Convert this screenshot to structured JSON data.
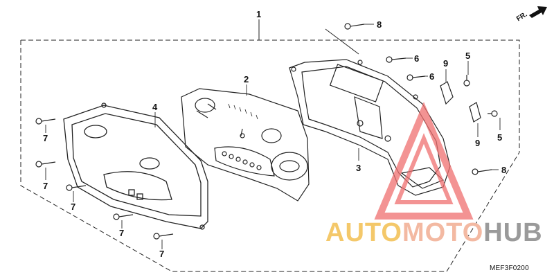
{
  "diagram": {
    "direction_label": "FR.",
    "drawing_code": "MEF3F0200",
    "callouts": {
      "c1": "1",
      "c2": "2",
      "c3": "3",
      "c4": "4",
      "c5a": "5",
      "c5b": "5",
      "c6a": "6",
      "c6b": "6",
      "c7a": "7",
      "c7b": "7",
      "c7c": "7",
      "c7d": "7",
      "c7e": "7",
      "c8a": "8",
      "c8b": "8",
      "c9a": "9",
      "c9b": "9"
    }
  },
  "watermark": {
    "part1": "AUTO",
    "part2": "MOTO",
    "part3": "HUB",
    "colors": {
      "yellow": "#f4c86a",
      "salmon": "#f3b9a2",
      "grey": "#9a9a9a",
      "red": "#f07070"
    }
  }
}
